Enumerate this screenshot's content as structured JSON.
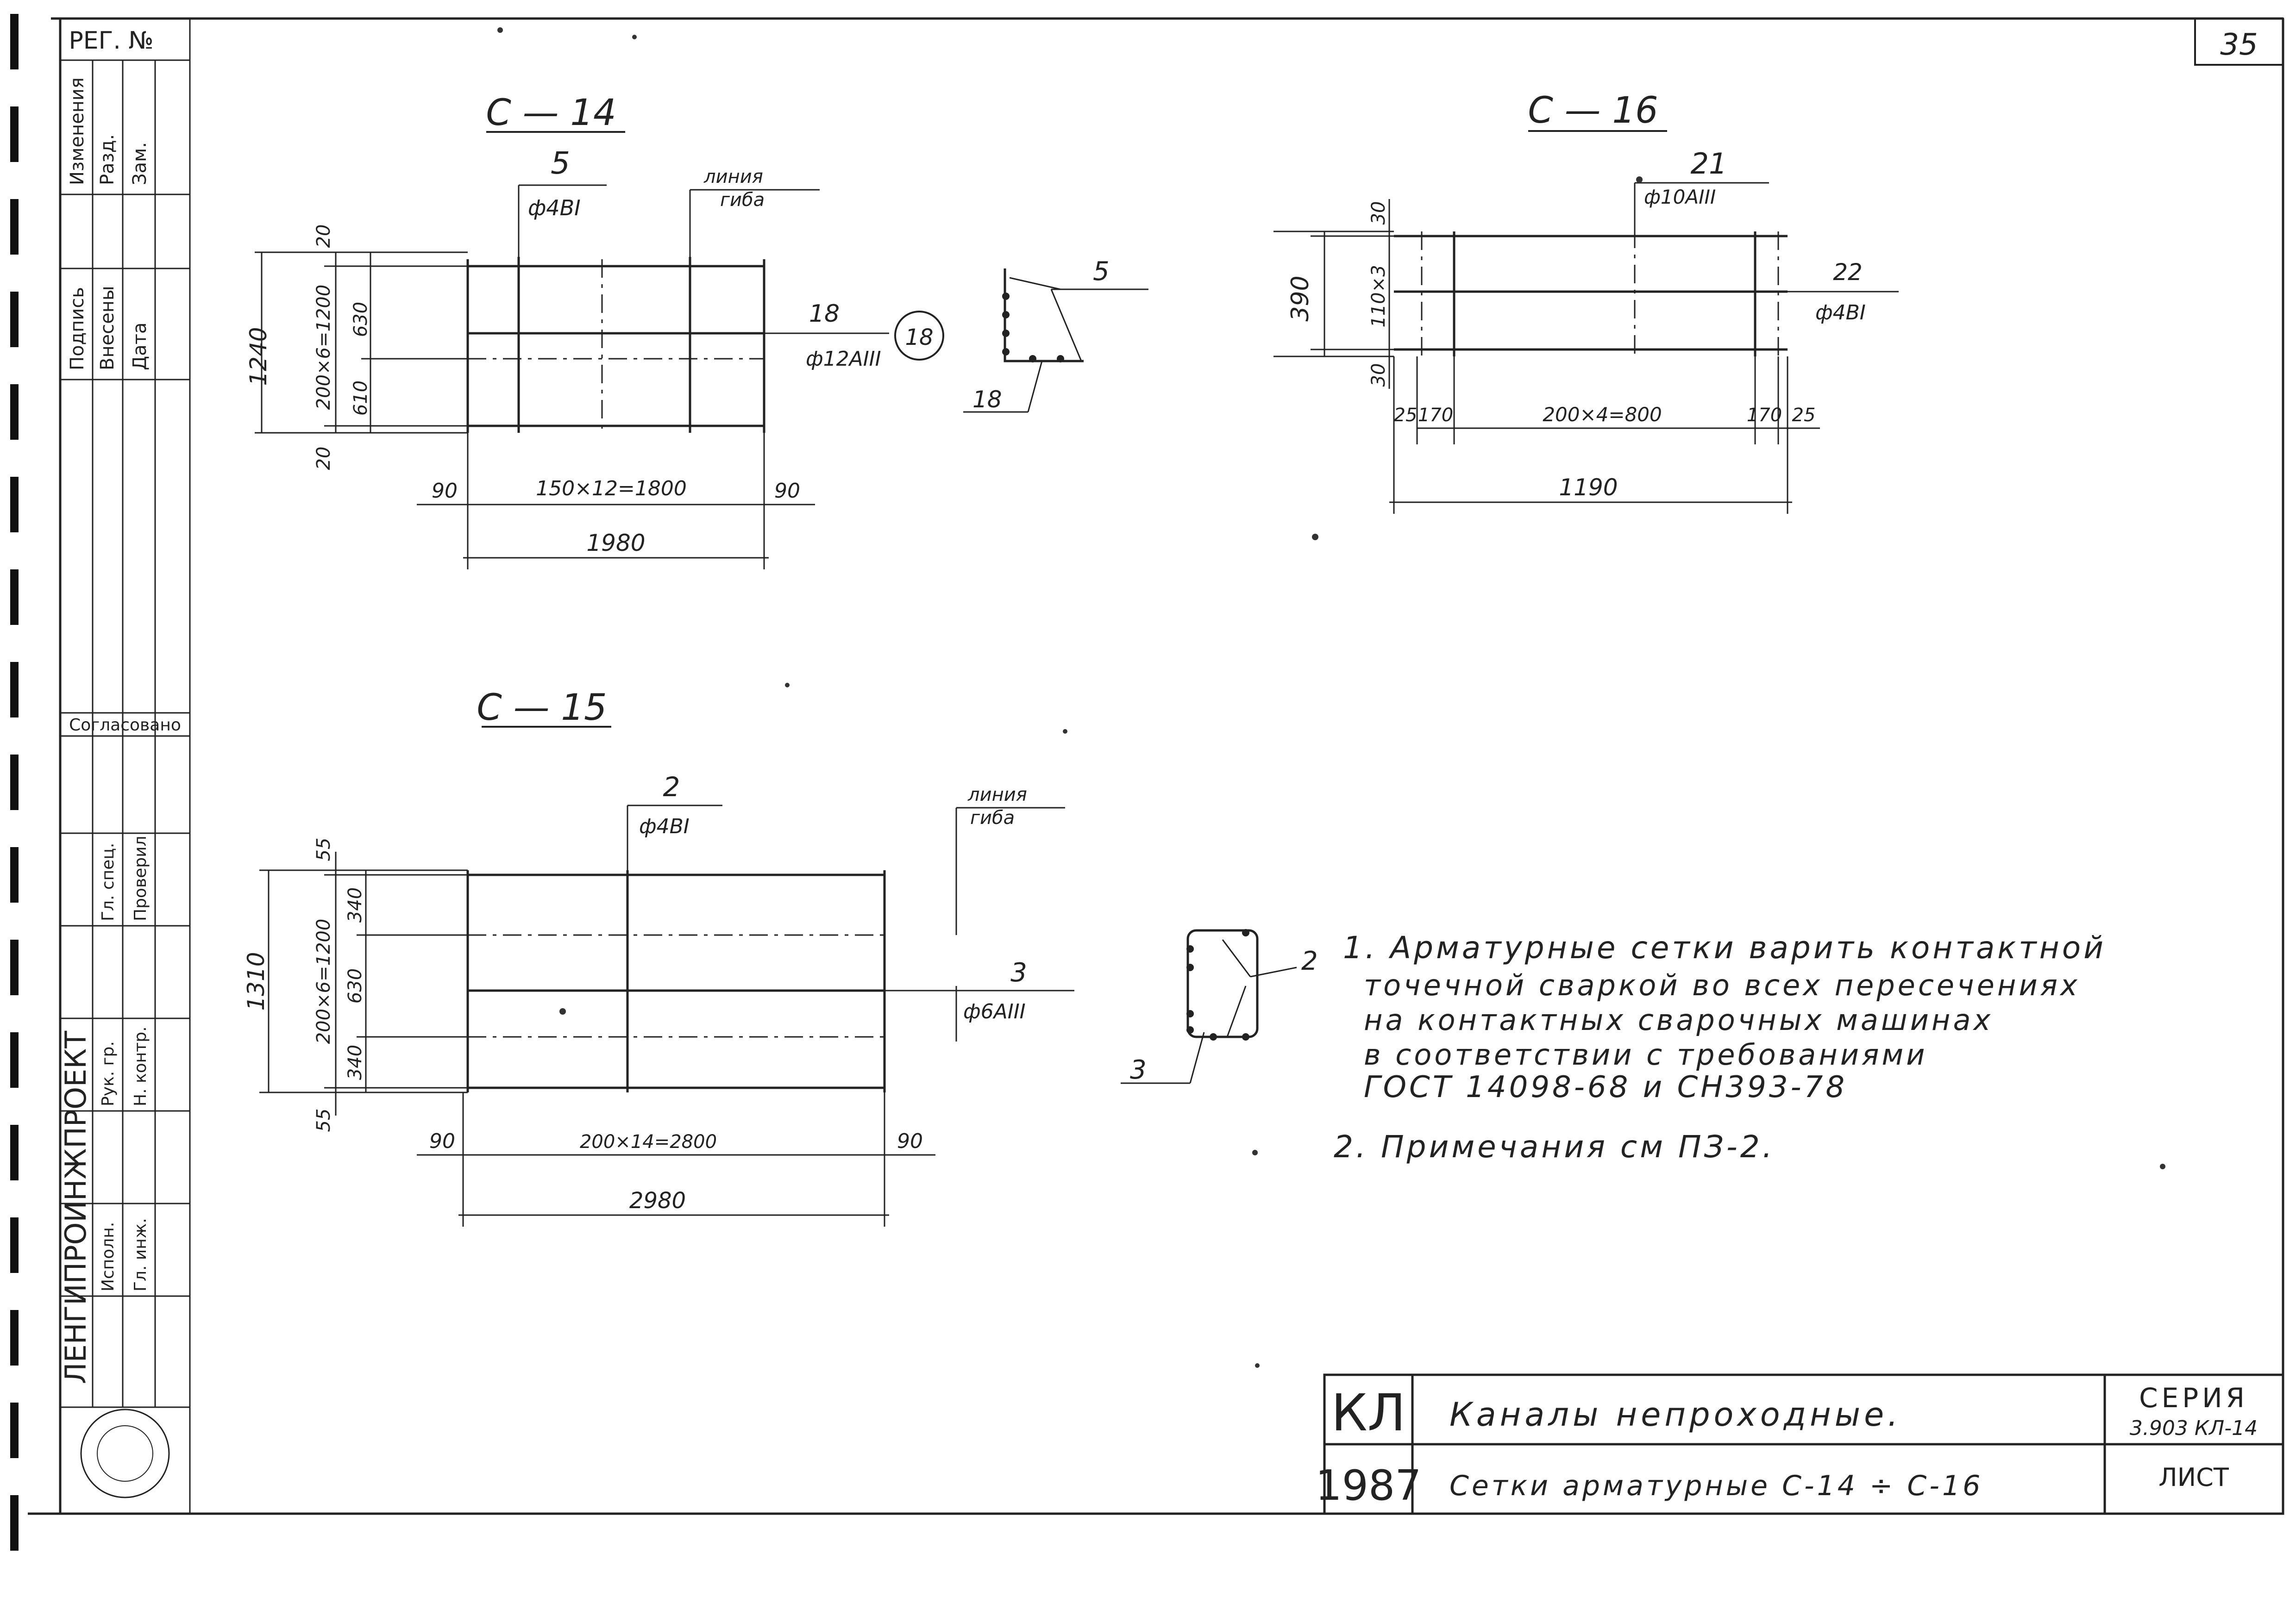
{
  "sheet": {
    "number": "35",
    "reg_label": "РЕГ. №"
  },
  "stamp": {
    "left_column": [
      "Подпись",
      "Внесены",
      "Дата"
    ],
    "change_header": [
      "Изменения",
      "Разд.",
      "Зам."
    ],
    "agreed": "Согласовано",
    "org": "ЛЕНГИПРОИНЖПРОЕКТ",
    "roles": [
      "Гл. спец.",
      "Рук. гр.",
      "Исполн.",
      "Проверил",
      "Н. контр.",
      "Гл. инж."
    ]
  },
  "c14": {
    "title": "С — 14",
    "pos_top": "5",
    "bar_top": "ф4ВI",
    "bend_line": [
      "линия",
      "гиба"
    ],
    "pos_right": "18",
    "bar_right": "ф12АIII",
    "circle": "18",
    "dim_h_total": "1240",
    "dim_h_grid": "200×6=1200",
    "dim_top": "20",
    "dim_bottom": "20",
    "dim_630": "630",
    "dim_610": "610",
    "dim_w_left": "90",
    "dim_w_mid": "150×12=1800",
    "dim_w_right": "90",
    "dim_w_total": "1980",
    "section_pos_a": "5",
    "section_pos_b": "18"
  },
  "c16": {
    "title": "С — 16",
    "pos_top": "21",
    "bar_top": "ф10АIII",
    "pos_right": "22",
    "bar_right": "ф4ВI",
    "dim_h_total": "390",
    "dim_h_grid": "110×3",
    "dim_top": "30",
    "dim_bottom": "30",
    "dim_w": [
      "25",
      "170",
      "200×4=800",
      "170",
      "25"
    ],
    "dim_w_total": "1190"
  },
  "c15": {
    "title": "С — 15",
    "pos_top": "2",
    "bar_top": "ф4ВI",
    "bend_line": [
      "линия",
      "гиба"
    ],
    "pos_right": "3",
    "bar_right": "ф6АIII",
    "dim_h_total": "1310",
    "dim_h_grid": "200×6=1200",
    "dim_top": "55",
    "dim_bottom": "55",
    "dim_340a": "340",
    "dim_630": "630",
    "dim_340b": "340",
    "dim_w_left": "90",
    "dim_w_mid": "200×14=2800",
    "dim_w_right": "90",
    "dim_w_total": "2980",
    "section_pos_a": "2",
    "section_pos_b": "3"
  },
  "notes": [
    "1. Арматурные сетки варить контактной",
    "точечной сваркой во всех пересечениях",
    "на контактных сварочных машинах",
    "в соответствии с требованиями",
    "ГОСТ 14098-68 и СН393-78",
    "2. Примечания см ПЗ-2."
  ],
  "title_block": {
    "code1": "КЛ",
    "code2": "1987",
    "line1": "Каналы непроходные.",
    "line2": "Сетки арматурные С-14 ÷ С-16",
    "series_label": "СЕРИЯ",
    "series_value": "3.903 КЛ-14",
    "sheet_label": "ЛИСТ"
  }
}
